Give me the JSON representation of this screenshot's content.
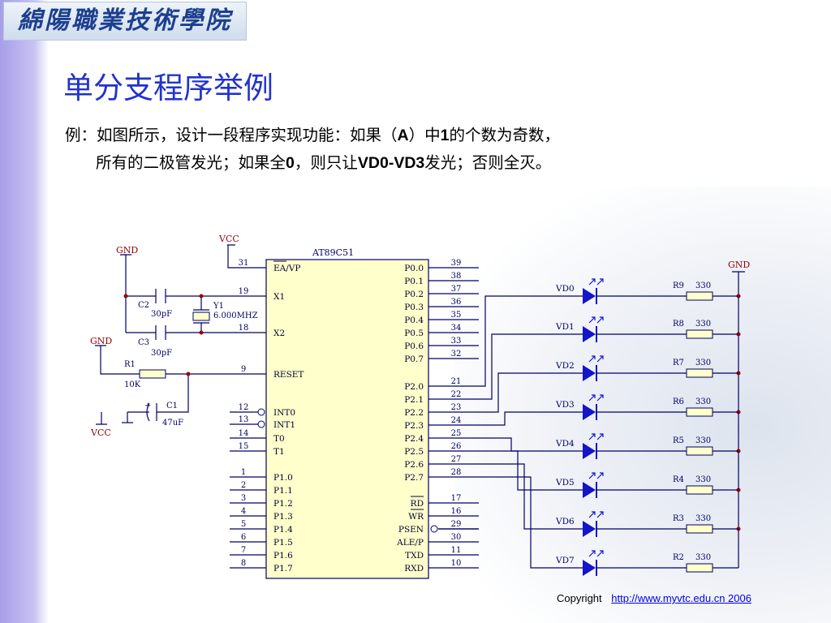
{
  "header": {
    "logo_text": "綿陽職業技術學院"
  },
  "slide": {
    "title": "单分支程序举例",
    "line1": {
      "prefix": "例：如图所示，设计一段程序实现功能：如果（",
      "a": "A",
      "mid": "）中",
      "one": "1",
      "suffix": "的个数为奇数，"
    },
    "line2": {
      "prefix": "所有的二极管发光；如果全",
      "zero": "0",
      "mid": "，则只让",
      "vd": "VD0-VD3",
      "suffix": "发光；否则全灭。"
    }
  },
  "schematic": {
    "chip_name": "AT89C51",
    "vcc": "VCC",
    "gnd": "GND",
    "left_pins": [
      {
        "num": "31",
        "name": "EA/VP"
      },
      {
        "num": "19",
        "name": "X1"
      },
      {
        "num": "18",
        "name": "X2"
      },
      {
        "num": "9",
        "name": "RESET"
      },
      {
        "num": "12",
        "name": "INT0"
      },
      {
        "num": "13",
        "name": "INT1"
      },
      {
        "num": "14",
        "name": "T0"
      },
      {
        "num": "15",
        "name": "T1"
      },
      {
        "num": "1",
        "name": "P1.0"
      },
      {
        "num": "2",
        "name": "P1.1"
      },
      {
        "num": "3",
        "name": "P1.2"
      },
      {
        "num": "4",
        "name": "P1.3"
      },
      {
        "num": "5",
        "name": "P1.4"
      },
      {
        "num": "6",
        "name": "P1.5"
      },
      {
        "num": "7",
        "name": "P1.6"
      },
      {
        "num": "8",
        "name": "P1.7"
      }
    ],
    "right_pins": [
      {
        "num": "39",
        "name": "P0.0"
      },
      {
        "num": "38",
        "name": "P0.1"
      },
      {
        "num": "37",
        "name": "P0.2"
      },
      {
        "num": "36",
        "name": "P0.3"
      },
      {
        "num": "35",
        "name": "P0.4"
      },
      {
        "num": "34",
        "name": "P0.5"
      },
      {
        "num": "33",
        "name": "P0.6"
      },
      {
        "num": "32",
        "name": "P0.7"
      },
      {
        "num": "21",
        "name": "P2.0"
      },
      {
        "num": "22",
        "name": "P2.1"
      },
      {
        "num": "23",
        "name": "P2.2"
      },
      {
        "num": "24",
        "name": "P2.3"
      },
      {
        "num": "25",
        "name": "P2.4"
      },
      {
        "num": "26",
        "name": "P2.5"
      },
      {
        "num": "27",
        "name": "P2.6"
      },
      {
        "num": "28",
        "name": "P2.7"
      },
      {
        "num": "17",
        "name": "RD"
      },
      {
        "num": "16",
        "name": "WR"
      },
      {
        "num": "29",
        "name": "PSEN"
      },
      {
        "num": "30",
        "name": "ALE/P"
      },
      {
        "num": "11",
        "name": "TXD"
      },
      {
        "num": "10",
        "name": "RXD"
      }
    ],
    "components": {
      "c2_label": "C2",
      "c2_value": "30pF",
      "c3_label": "C3",
      "c3_value": "30pF",
      "y1_label": "Y1",
      "y1_value": "6.000MHZ",
      "r1_label": "R1",
      "r1_value": "10K",
      "c1_label": "C1",
      "c1_value": "47uF",
      "c1_plus": "+"
    },
    "leds": [
      "VD0",
      "VD1",
      "VD2",
      "VD3",
      "VD4",
      "VD5",
      "VD6",
      "VD7"
    ],
    "resistors": [
      {
        "label": "R9",
        "value": "330"
      },
      {
        "label": "R8",
        "value": "330"
      },
      {
        "label": "R7",
        "value": "330"
      },
      {
        "label": "R6",
        "value": "330"
      },
      {
        "label": "R5",
        "value": "330"
      },
      {
        "label": "R4",
        "value": "330"
      },
      {
        "label": "R3",
        "value": "330"
      },
      {
        "label": "R2",
        "value": "330"
      }
    ],
    "colors": {
      "chip_fill": "#ffffcc",
      "wire": "#000066",
      "led": "#1414c8",
      "resistor_fill": "#ffffcc"
    }
  },
  "footer": {
    "copyright_label": "Copyright",
    "link_text": "http://www.myvtc.edu.cn 2006"
  }
}
